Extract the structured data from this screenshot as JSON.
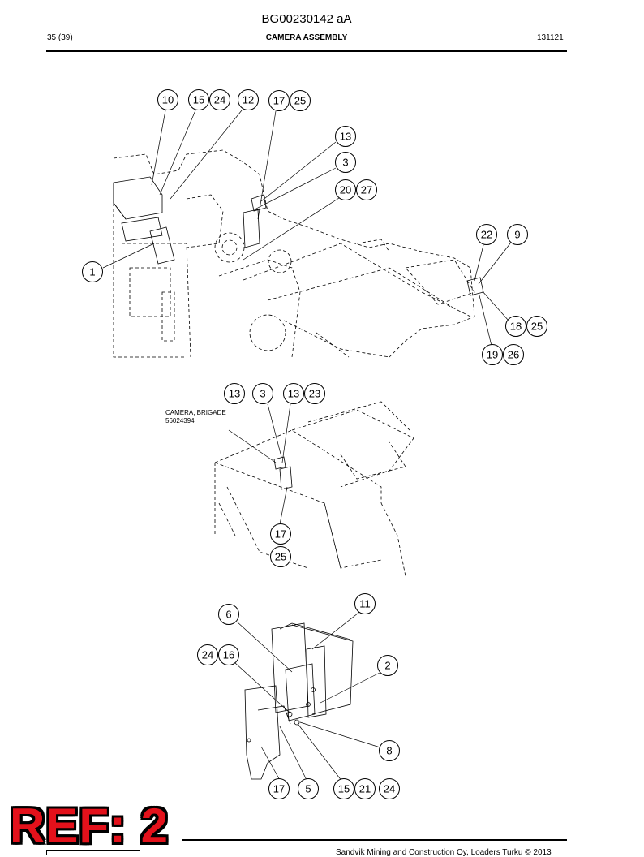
{
  "header": {
    "doc_id": "BG00230142 aA",
    "page": "35 (39)",
    "title": "CAMERA ASSEMBLY",
    "revision": "131121"
  },
  "callouts_view1": [
    "10",
    "15",
    "24",
    "12",
    "17",
    "25",
    "13",
    "3",
    "20",
    "27",
    "22",
    "9",
    "1",
    "18",
    "25",
    "19",
    "26"
  ],
  "callouts_view2": [
    "13",
    "3",
    "13",
    "23",
    "17",
    "25"
  ],
  "camera_label": {
    "line1": "CAMERA, BRIGADE",
    "line2": "56024394"
  },
  "callouts_view3": [
    "11",
    "6",
    "24",
    "16",
    "2",
    "8",
    "17",
    "5",
    "15",
    "21",
    "24"
  ],
  "footer": {
    "text": "Sandvik Mining and Construction Oy, Loaders Turku © 2013"
  },
  "ref_stamp": "REF: 2"
}
